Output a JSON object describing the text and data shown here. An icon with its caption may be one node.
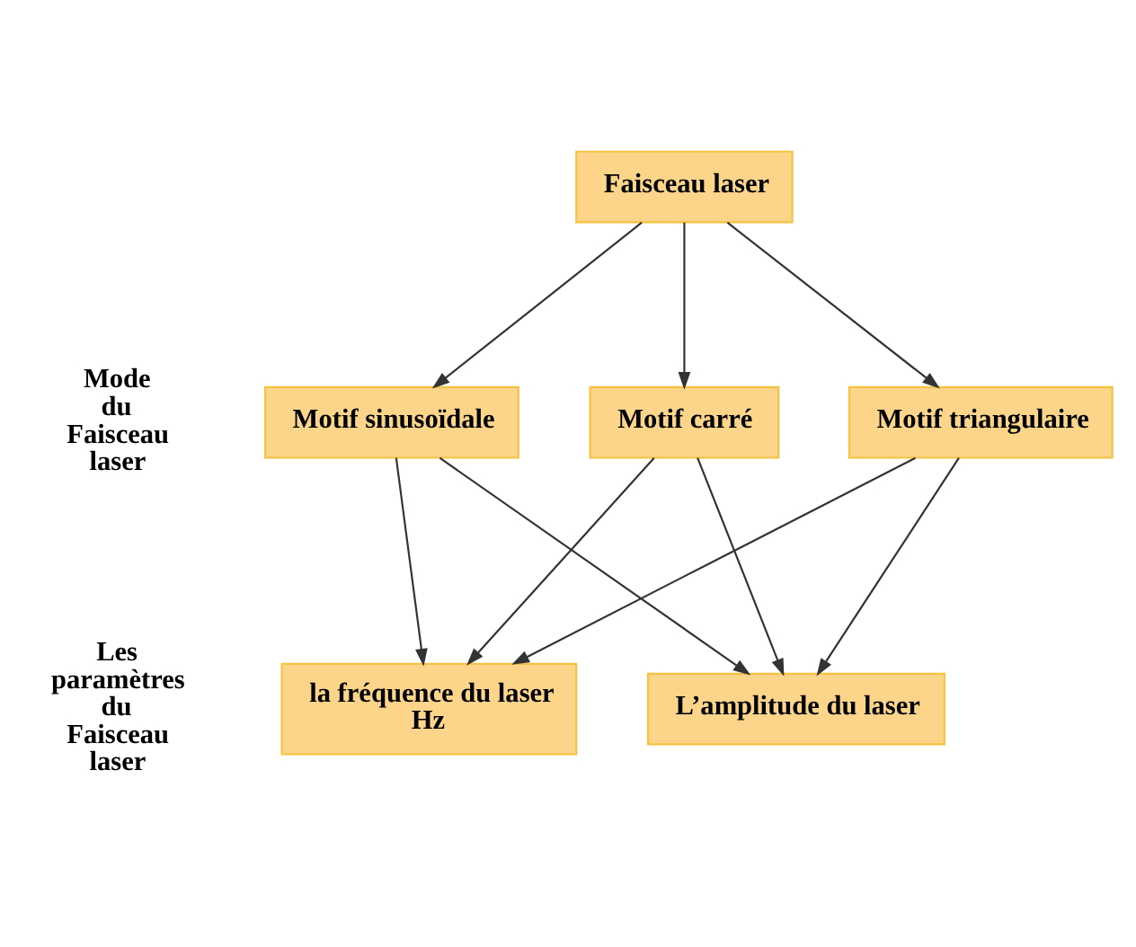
{
  "diagram": {
    "nodes": [
      {
        "text": [
          "Faisceau laser"
        ]
      },
      {
        "text": [
          "Motif sinusoïdale"
        ]
      },
      {
        "text": [
          "Motif carré"
        ]
      },
      {
        "text": [
          "Motif triangulaire"
        ]
      },
      {
        "text": [
          "L’amplitude du laser"
        ]
      },
      {
        "text": [
          "la fréquence du laser",
          "Hz"
        ]
      }
    ],
    "edges": [
      {
        "from": 0,
        "to": 1,
        "arrow": "to"
      },
      {
        "from": 0,
        "to": 2,
        "arrow": "to"
      },
      {
        "from": 0,
        "to": 3,
        "arrow": "to"
      },
      {
        "from": 1,
        "to": 4,
        "arrow": "to"
      },
      {
        "from": 1,
        "to": 5,
        "arrow": "to"
      },
      {
        "from": 2,
        "to": 4,
        "arrow": "to"
      },
      {
        "from": 2,
        "to": 5,
        "arrow": "to"
      },
      {
        "from": 3,
        "to": 4,
        "arrow": "to"
      },
      {
        "from": 3,
        "to": 5,
        "arrow": "to"
      }
    ],
    "labels": [
      "Mode du Faisceau laser",
      "Les paramètres du Faisceau laser"
    ]
  }
}
